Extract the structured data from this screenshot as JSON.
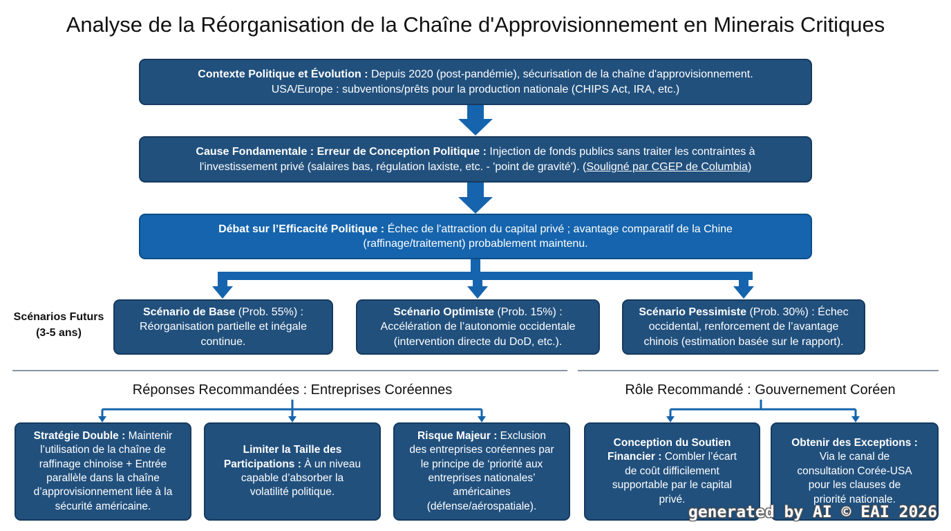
{
  "title": "Analyse de la Réorganisation de la Chaîne d'Approvisionnement en Minerais Critiques",
  "flow": {
    "context": {
      "head": "Contexte Politique et Évolution :",
      "line1": " Depuis 2020 (post-pandémie), sécurisation de la chaîne d'approvisionnement.",
      "line2": "USA/Europe : subventions/prêts pour la production nationale (CHIPS Act, IRA, etc.)"
    },
    "cause": {
      "head": "Cause Fondamentale : Erreur de Conception Politique :",
      "line1": " Injection de fonds publics sans traiter les contraintes à",
      "line2": "l'investissement privé (salaires bas, régulation laxiste, etc. - 'point de gravité'). (",
      "link": "Souligné par CGEP de Columbia",
      "close": ")"
    },
    "debate": {
      "head": "Débat sur l’Efficacité Politique :",
      "line1": " Échec de l'attraction du capital privé ; avantage comparatif de la Chine",
      "line2": "(raffinage/traitement) probablement maintenu."
    }
  },
  "scenarios": {
    "label_line1": "Scénarios Futurs",
    "label_line2": "(3-5 ans)",
    "base": {
      "head": "Scénario de Base",
      "prob": " (Prob. 55%) :",
      "line2": "Réorganisation partielle et inégale",
      "line3": "continue."
    },
    "optimistic": {
      "head": "Scénario Optimiste",
      "prob": " (Prob. 15%) :",
      "line2": "Accélération de l’autonomie occidentale",
      "line3": "(intervention directe du DoD, etc.)."
    },
    "pessimistic": {
      "head": "Scénario Pessimiste",
      "prob": " (Prob. 30%) : Échec",
      "line2": "occidental, renforcement de l’avantage",
      "line3": "chinois (estimation basée sur le rapport)."
    }
  },
  "companies": {
    "section_title": "Réponses Recommandées : Entreprises Coréennes",
    "dual": {
      "head": "Stratégie Double :",
      "l1": " Maintenir",
      "l2": "l’utilisation de la chaîne de",
      "l3": "raffinage chinoise + Entrée",
      "l4": "parallèle dans la chaîne",
      "l5": "d’approvisionnement liée à la",
      "l6": "sécurité américaine."
    },
    "limit": {
      "head1": "Limiter la Taille des",
      "head2": "Participations :",
      "l2": " À un niveau",
      "l3": "capable d’absorber la",
      "l4": "volatilité politique."
    },
    "risk": {
      "head": "Risque Majeur :",
      "l1": " Exclusion",
      "l2": "des entreprises coréennes par",
      "l3": "le principe de ‘priorité aux",
      "l4": "entreprises nationales’",
      "l5": "américaines",
      "l6": "(défense/aérospatiale)."
    }
  },
  "government": {
    "section_title": "Rôle Recommandé : Gouvernement Coréen",
    "support": {
      "head1": "Conception du Soutien",
      "head2": "Financier :",
      "l2": " Combler l’écart",
      "l3": "de coût difficilement",
      "l4": "supportable par le capital",
      "l5": "privé."
    },
    "exceptions": {
      "head": "Obtenir des Exceptions :",
      "l2": "Via le canal de",
      "l3": "consultation Corée-USA",
      "l4": "pour les clauses de",
      "l5": "priorité nationale."
    }
  },
  "watermark": "generated by AI © EAI 2026",
  "colors": {
    "box_fill": "#21507d",
    "box_fill_bright": "#1564ad",
    "arrow": "#1564ad",
    "divider": "#8a949e"
  }
}
